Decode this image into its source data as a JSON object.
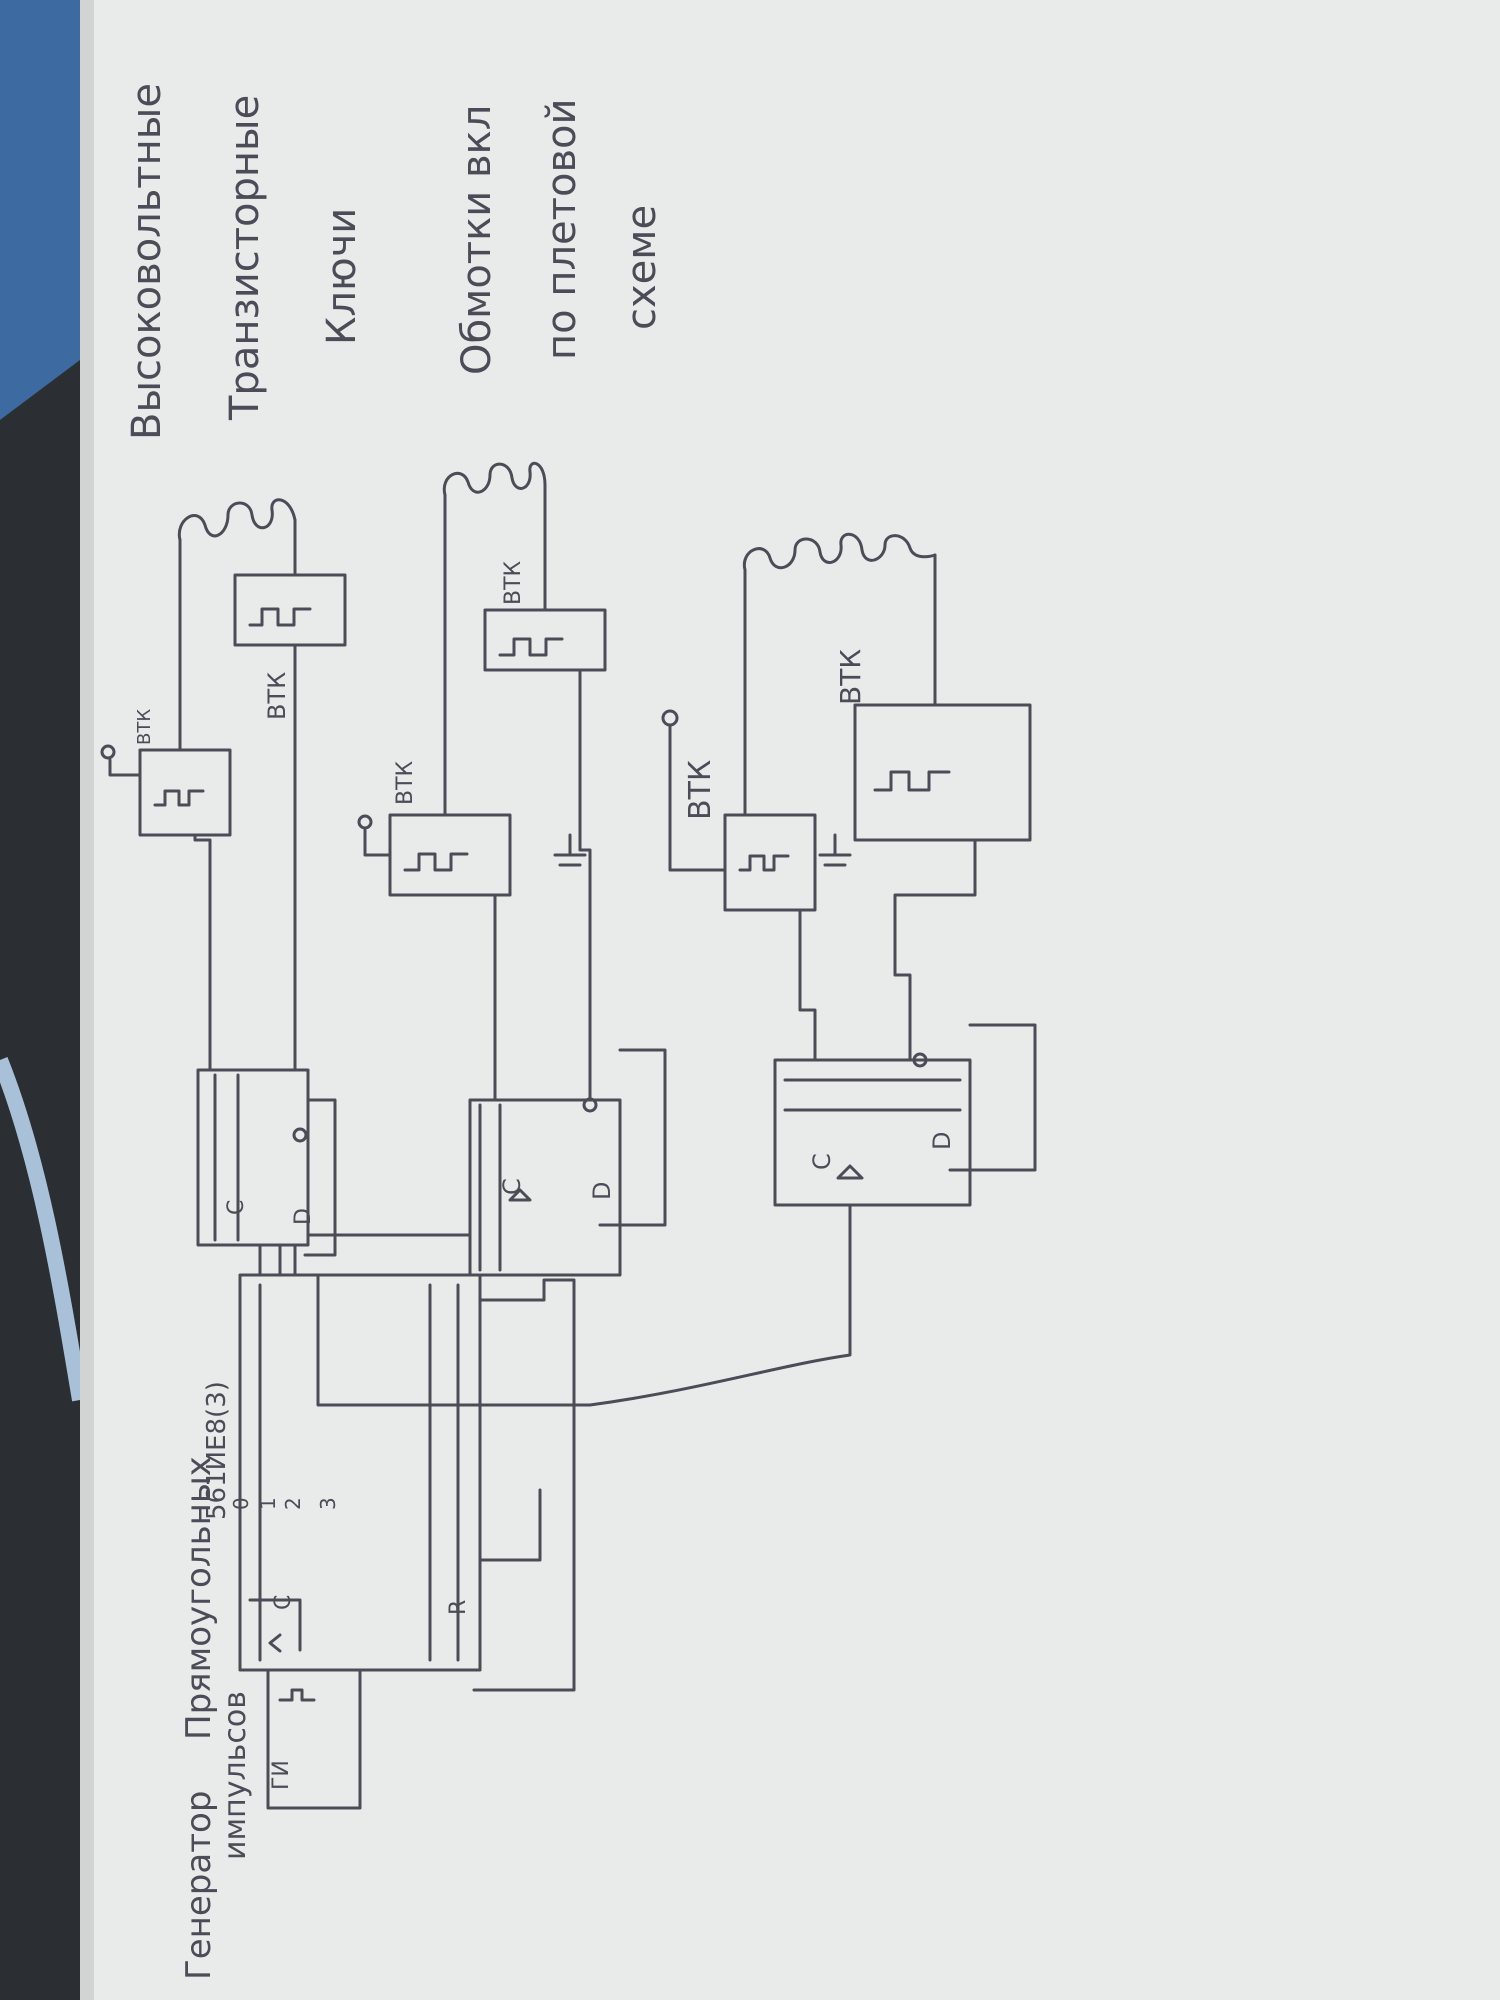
{
  "colors": {
    "background": "#2b2e33",
    "paper": "#e9eaea",
    "ink": "#4a4d57",
    "cable": "#a8c0d8",
    "fabric_blue": "#3d6aa0"
  },
  "notes": {
    "left_line1": "Генератор",
    "left_line2": "Прямоугольных",
    "left_line3": "импульсов",
    "chip_label": "561ИЕ8(3)",
    "hv_line1": "Высоковольтные",
    "hv_line2": "Транзисторные",
    "hv_line3": "Ключи",
    "coil_line1": "Обмотки вкл",
    "coil_line2": "по плетовой",
    "coil_line3": "схеме"
  },
  "labels": {
    "generator": "ГИ",
    "counter_c": "C",
    "counter_r": "R",
    "pin0": "0",
    "pin1": "1",
    "pin2": "2",
    "pin3": "3",
    "c": "C",
    "d": "D",
    "btk": "ВТК"
  },
  "icons": {
    "coil": "coil-icon",
    "pulse": "pulse-waveform-icon",
    "terminal": "terminal-circle-icon",
    "ground": "ground-icon"
  }
}
